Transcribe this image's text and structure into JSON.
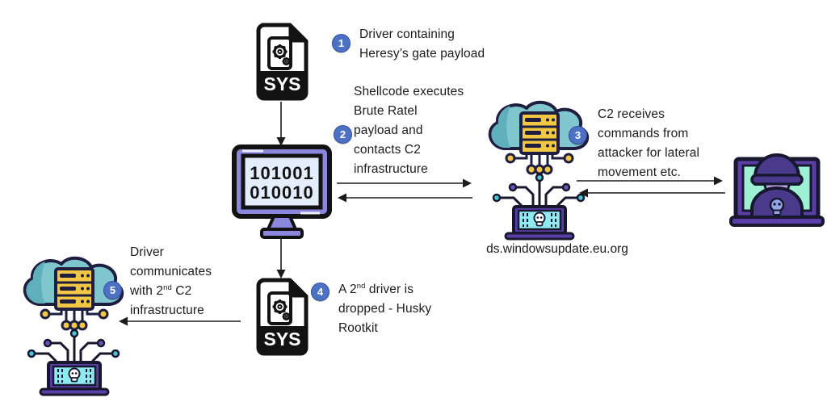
{
  "diagram": {
    "background": "#ffffff",
    "nodes": {
      "driver1": {
        "icon": "sys-file",
        "file_type": "SYS"
      },
      "infected_host": {
        "icon": "computer-binary",
        "screen_lines": [
          "101001",
          "010010"
        ]
      },
      "c2_primary": {
        "icon": "c2-cloud-server-laptop",
        "domain": "ds.windowsupdate.eu.org"
      },
      "attacker": {
        "icon": "hacker-at-laptop"
      },
      "driver2": {
        "icon": "sys-file",
        "file_type": "SYS"
      },
      "c2_secondary": {
        "icon": "c2-cloud-server-laptop"
      }
    },
    "steps": [
      {
        "number": "1",
        "lines": [
          "Driver containing",
          "Heresy’s gate payload"
        ]
      },
      {
        "number": "2",
        "lines": [
          "Shellcode executes",
          "Brute Ratel",
          "payload and",
          "contacts C2",
          "infrastructure"
        ]
      },
      {
        "number": "3",
        "lines": [
          "C2 receives",
          "commands from",
          "attacker for lateral",
          "movement etc."
        ]
      },
      {
        "number": "4",
        "line1": {
          "pre": "A 2",
          "sup": "nd",
          "post": " driver is"
        },
        "line2": "dropped - Husky",
        "line3": "Rootkit"
      },
      {
        "number": "5",
        "line1": "Driver",
        "line2": "communicates",
        "line3": {
          "pre": "with 2",
          "sup": "nd",
          "post": " C2"
        },
        "line4": "infrastructure"
      }
    ],
    "colors": {
      "step_badge": "#4d71c5",
      "step_badge_border": "#31519e",
      "arrow": "#1c1c1c",
      "monitor_frame": "#8a87dc",
      "monitor_screen": "#e3edfb",
      "cloud_teal": "#7fc6cf",
      "server_yellow": "#f2c744",
      "laptop_purple": "#5b3fa8",
      "laptop_screen_cyan": "#8eeaf0",
      "attacker_screen_mint": "#9ef0d4",
      "hood_purple": "#4a3a8c"
    }
  }
}
